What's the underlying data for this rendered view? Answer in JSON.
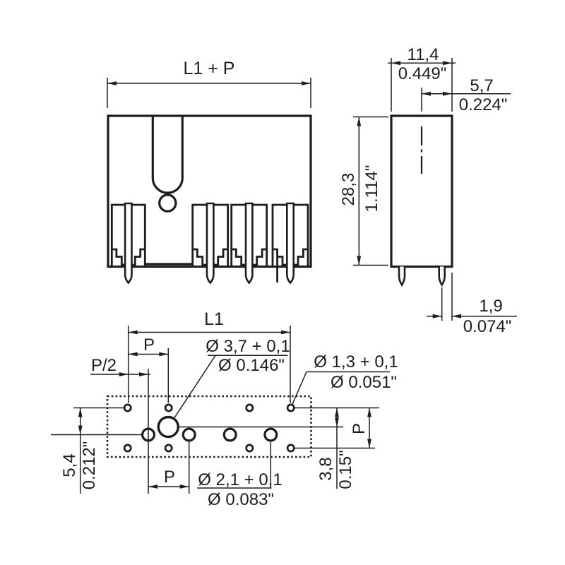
{
  "colors": {
    "ink": "#1d1d1b",
    "paper": "#ffffff"
  },
  "front_view": {
    "dim_overall": "L1 + P"
  },
  "side_view": {
    "width_mm": "11,4",
    "width_in": "0.449\"",
    "offset_mm": "5,7",
    "offset_in": "0.224\"",
    "height_mm": "28,3",
    "height_in": "1.114\"",
    "pin_edge_mm": "1,9",
    "pin_edge_in": "0.074\""
  },
  "drilling_plan": {
    "length": "L1",
    "pitch": "P",
    "half_pitch": "P/2",
    "pitch_bottom": "P",
    "pitch_right": "P",
    "row_offset_mm": "5,4",
    "row_offset_in": "0.212\"",
    "mid_offset_mm": "3,8",
    "mid_offset_in": "0.15\"",
    "hole_large_mm": "Ø 3,7 + 0,1",
    "hole_large_in": "Ø 0.146\"",
    "hole_small_mm": "Ø 1,3 + 0,1",
    "hole_small_in": "Ø 0.051\"",
    "hole_medium_mm": "Ø 2,1 + 0,1",
    "hole_medium_in": "Ø 0.083\""
  }
}
